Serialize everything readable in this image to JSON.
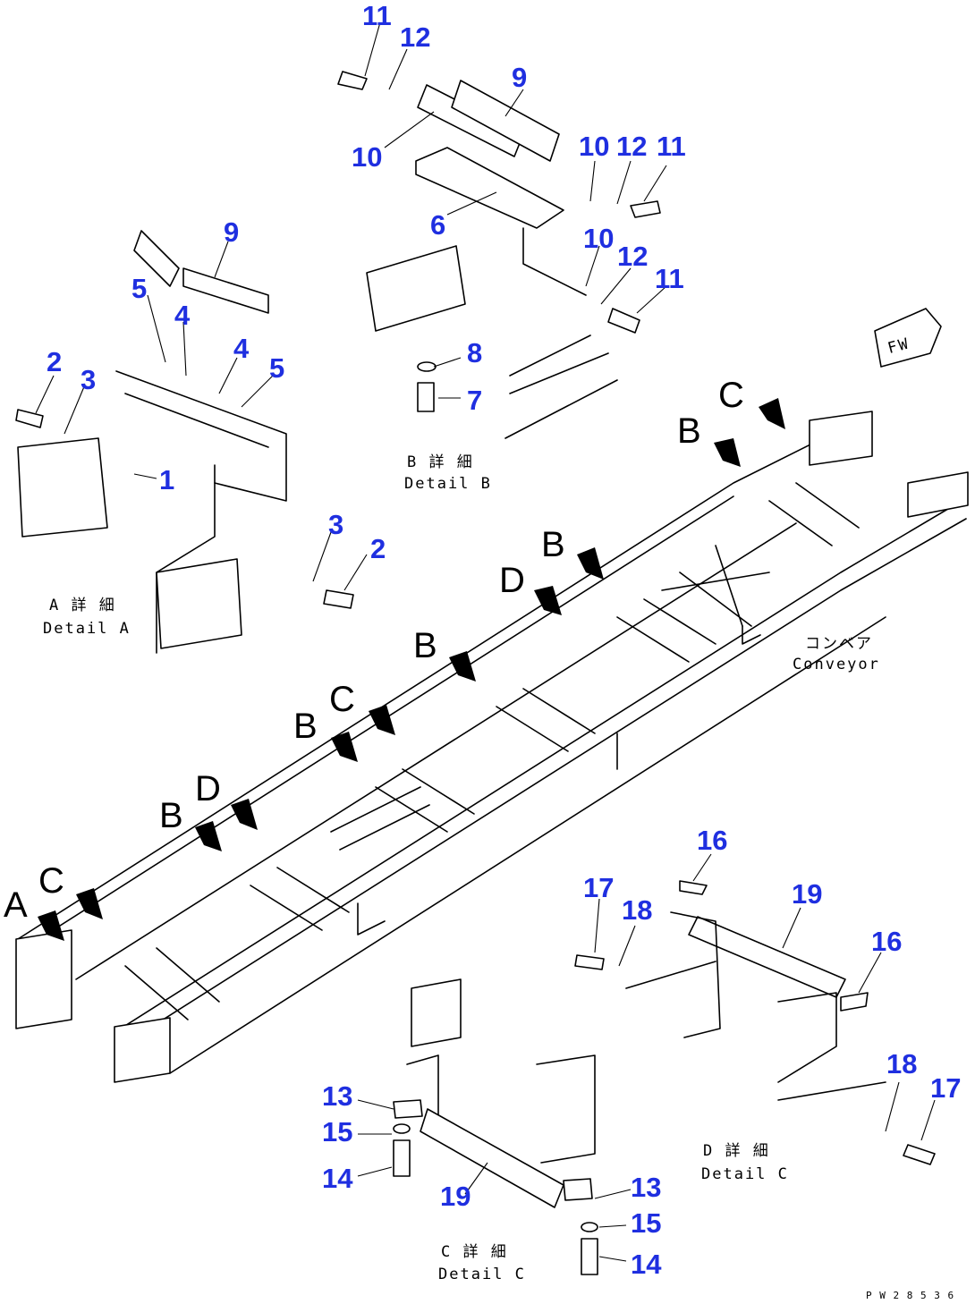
{
  "diagram": {
    "numbers": {
      "n11a": "11",
      "n12a": "12",
      "n9a": "9",
      "n10a": "10",
      "n10b": "10",
      "n12b": "12",
      "n11b": "11",
      "n6": "6",
      "n10c": "10",
      "n12c": "12",
      "n11c": "11",
      "n8": "8",
      "n7": "7",
      "n9b": "9",
      "n5a": "5",
      "n4a": "4",
      "n4b": "4",
      "n5b": "5",
      "n2a": "2",
      "n3a": "3",
      "n1": "1",
      "n3b": "3",
      "n2b": "2",
      "n16a": "16",
      "n17a": "17",
      "n18a": "18",
      "n19a": "19",
      "n16b": "16",
      "n18b": "18",
      "n17b": "17",
      "n13a": "13",
      "n15a": "15",
      "n14a": "14",
      "n19b": "19",
      "n13b": "13",
      "n15b": "15",
      "n14b": "14"
    },
    "captions": {
      "detail_b_jp": "B 詳 細",
      "detail_b_en": "Detail B",
      "detail_a_jp": "A 詳 細",
      "detail_a_en": "Detail A",
      "conveyor_jp": "コンベア",
      "conveyor_en": "Conveyor",
      "detail_d_jp": "D 詳 細",
      "detail_d_en": "Detail C",
      "detail_c_jp": "C 詳 細",
      "detail_c_en": "Detail C",
      "fw": "FW",
      "code": "P W 2 8 5 3 6"
    },
    "letters": {
      "l1": "C",
      "l2": "B",
      "l3": "B",
      "l4": "D",
      "l5": "B",
      "l6": "C",
      "l7": "B",
      "l8": "D",
      "l9": "B",
      "l10": "C",
      "l11": "A"
    },
    "colors": {
      "callout": "#1f2fe0",
      "line": "#000000"
    }
  }
}
